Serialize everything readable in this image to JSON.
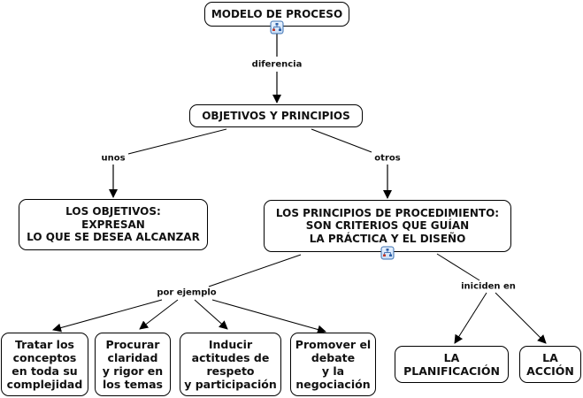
{
  "diagram": {
    "type": "concept-map",
    "nodes": {
      "root": {
        "label": "MODELO DE PROCESO"
      },
      "objetivos_principios": {
        "label": "OBJETIVOS Y PRINCIPIOS"
      },
      "los_objetivos": {
        "label": "LOS OBJETIVOS:\nEXPRESAN\nLO QUE SE DESEA  ALCANZAR"
      },
      "los_principios": {
        "label": "LOS PRINCIPIOS DE PROCEDIMIENTO:\nSON CRITERIOS QUE GUÍAN\nLA PRÁCTICA Y EL  DISEÑO"
      },
      "tratar": {
        "label": "Tratar los\nconceptos\nen toda su\ncomplejidad"
      },
      "procurar": {
        "label": "Procurar\nclaridad\ny rigor en\nlos temas"
      },
      "inducir": {
        "label": "Inducir\nactitudes de\nrespeto\ny participación"
      },
      "promover": {
        "label": "Promover el\ndebate\ny la\nnegociación"
      },
      "planificacion": {
        "label": "LA\nPLANIFICACIÓN"
      },
      "accion": {
        "label": "LA\nACCIÓN"
      }
    },
    "links": {
      "diferencia": {
        "label": "diferencia",
        "from": "root",
        "to": [
          "objetivos_principios"
        ]
      },
      "unos": {
        "label": "unos",
        "from": "objetivos_principios",
        "to": [
          "los_objetivos"
        ]
      },
      "otros": {
        "label": "otros",
        "from": "objetivos_principios",
        "to": [
          "los_principios"
        ]
      },
      "por_ejemplo": {
        "label": "por ejemplo",
        "from": "los_principios",
        "to": [
          "tratar",
          "procurar",
          "inducir",
          "promover"
        ]
      },
      "inciden_en": {
        "label": "iniciden en",
        "from": "los_principios",
        "to": [
          "planificacion",
          "accion"
        ]
      }
    },
    "submap_icons": [
      "root",
      "los_principios"
    ],
    "icon": "submap-hierarchy-icon"
  }
}
